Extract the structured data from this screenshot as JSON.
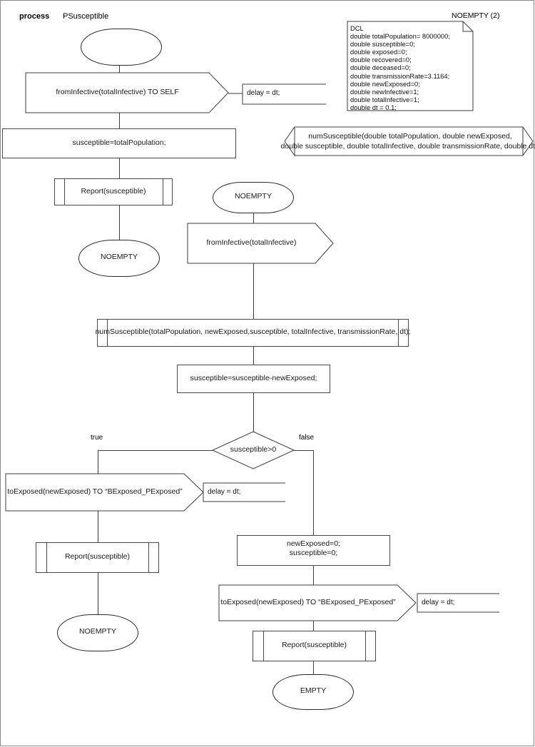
{
  "diagram": {
    "kind": "sdl-process-flowchart",
    "header": {
      "keyword": "process",
      "name": "PSusceptible"
    },
    "note": {
      "corner_label": "NOEMPTY (2)",
      "title": "DCL",
      "lines": [
        "DCL",
        "double totalPopulation= 8000000;",
        "double susceptible=0;",
        "double exposed=0;",
        "double recovered=0;",
        "double deceased=0;",
        "double transmissionRate=3.1164;",
        "double newExposed=0;",
        "double newInfective=1;",
        "double totalInfective=1;",
        "double dt = 0.1;"
      ]
    },
    "procedure_decl": {
      "line1": "numSusceptible(double totalPopulation, double newExposed,",
      "line2": "double susceptible, double totalInfective, double transmissionRate, double dt);"
    },
    "nodes": {
      "start_state": "",
      "input_self": "fromInfective(totalInfective) TO SELF",
      "delay1": "delay = dt;",
      "task_init": "susceptible=totalPopulation;",
      "report1": "Report(susceptible)",
      "state_noempty1": "NOEMPTY",
      "state_noempty2": "NOEMPTY",
      "input_from_infective": "fromInfective(totalInfective)",
      "call_numsusceptible": "numSusceptible(totalPopulation, newExposed,susceptible, totalInfective, transmissionRate, dt);",
      "task_subtract": "susceptible=susceptible-newExposed;",
      "decision": "susceptible>0",
      "label_true": "true",
      "label_false": "false",
      "output_true": "toExposed(newExposed) TO “BExposed_PExposed”",
      "delay2": "delay = dt;",
      "report_true": "Report(susceptible)",
      "state_noempty3": "NOEMPTY",
      "task_zero_line1": "newExposed=0;",
      "task_zero_line2": "susceptible=0;",
      "output_false": "toExposed(newExposed) TO “BExposed_PExposed”",
      "delay3": "delay = dt;",
      "report_false": "Report(susceptible)",
      "state_empty": "EMPTY"
    },
    "colors": {
      "line": "#3d3d3d",
      "text": "#1a1a1a",
      "frame": "#8a8a8a",
      "background": "#ffffff"
    }
  }
}
